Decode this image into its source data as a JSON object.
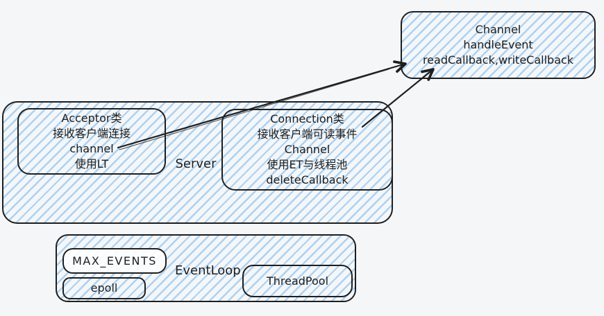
{
  "diagram": {
    "channel_box": {
      "lines": [
        "Channel",
        "handleEvent",
        "readCallback,writeCallback"
      ]
    },
    "server_box": {
      "label": "Server",
      "acceptor_box": {
        "lines": [
          "Acceptor类",
          "接收客户端连接",
          "channel",
          "使用LT"
        ]
      },
      "connection_box": {
        "lines": [
          "Connection类",
          "接收客户端可读事件",
          "Channel",
          "使用ET与线程池",
          "deleteCallback"
        ]
      }
    },
    "eventloop_box": {
      "label": "EventLoop",
      "max_events_label": "MAX_EVENTS",
      "epoll_label": "epoll",
      "threadpool_label": "ThreadPool"
    },
    "colors": {
      "background": "#f5f6f8",
      "stroke": "#1e1e1e",
      "hatch_blue": "#a5d8ff",
      "text": "#1e1e1e"
    }
  }
}
